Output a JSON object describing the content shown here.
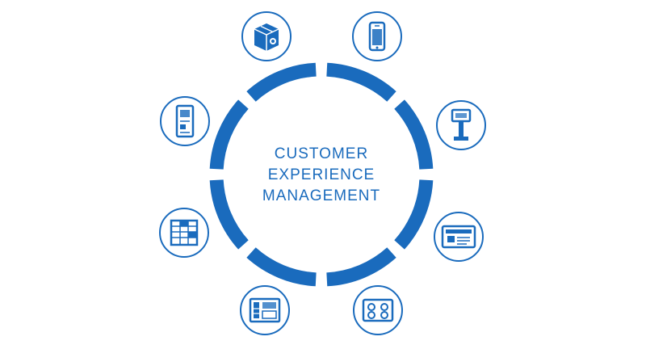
{
  "center": {
    "line1": "CUSTOMER",
    "line2": "EXPERIENCE",
    "line3": "MANAGEMENT"
  },
  "colors": {
    "ring": "#1a6bbd",
    "icon_stroke": "#1a6bbd",
    "icon_fill": "#ffffff"
  },
  "icons": [
    "box-icon",
    "mobile-phone-icon",
    "kiosk-stand-icon",
    "display-screen-icon",
    "stovetop-icon",
    "vending-machine-icon",
    "locker-wall-icon",
    "atm-icon"
  ]
}
